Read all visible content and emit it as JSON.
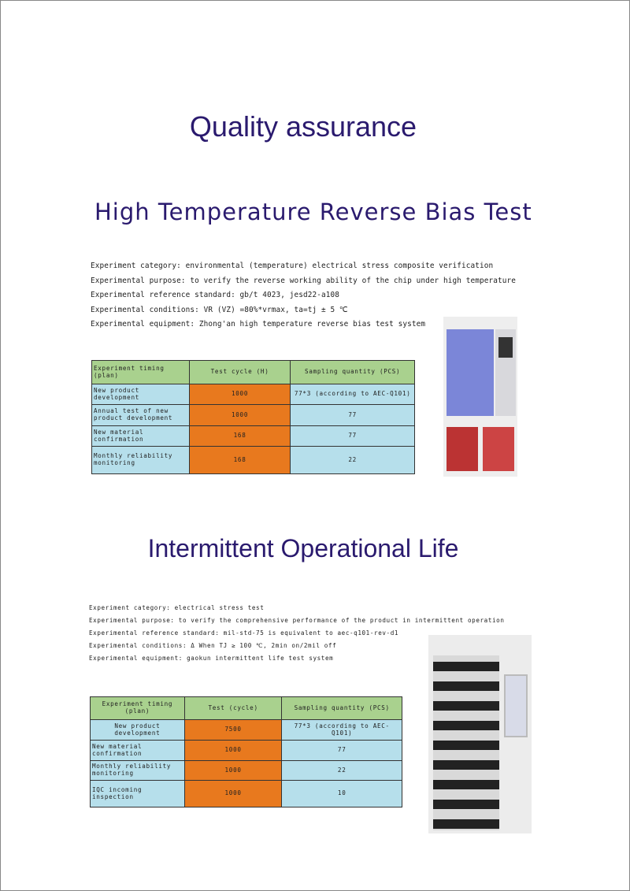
{
  "page": {
    "title": "Quality assurance"
  },
  "htrb": {
    "title": "High Temperature Reverse Bias Test",
    "lines": [
      "Experiment category: environmental (temperature) electrical stress composite verification",
      "Experimental purpose: to verify the reverse working ability of the chip under high temperature",
      "Experimental reference standard: gb/t 4023, jesd22-a108",
      "Experimental conditions: VR (VZ) =80%*vrmax, ta=tj ± 5 ℃",
      "Experimental equipment: Zhong'an high temperature reverse bias test system"
    ],
    "table": {
      "headers": [
        "Experiment timing (plan)",
        "Test cycle (H)",
        "Sampling quantity (PCS)"
      ],
      "rows": [
        [
          "New product development",
          "1000",
          "77*3 (according to AEC-Q101)"
        ],
        [
          "Annual test of new product development",
          "1000",
          "77"
        ],
        [
          "New material confirmation",
          "168",
          "77"
        ],
        [
          "Monthly reliability monitoring",
          "168",
          "22"
        ]
      ]
    }
  },
  "iol": {
    "title": "Intermittent Operational Life",
    "lines": [
      "Experiment category: electrical stress test",
      "Experimental purpose: to verify the comprehensive performance of the product in intermittent operation",
      "Experimental reference standard: mil-std-75 is equivalent to aec-q101-rev-d1",
      "Experimental conditions: Δ When TJ ≥ 100 ℃, 2min on/2mil off",
      "Experimental equipment: gaokun intermittent life test system"
    ],
    "table": {
      "headers": [
        "Experiment timing (plan)",
        "Test (cycle)",
        "Sampling quantity (PCS)"
      ],
      "rows": [
        [
          "New product development",
          "7500",
          "77*3 (according to AEC-Q101)"
        ],
        [
          "New material confirmation",
          "1000",
          "77"
        ],
        [
          "Monthly reliability monitoring",
          "1000",
          "22"
        ],
        [
          "IQC incoming inspection",
          "1000",
          "10"
        ]
      ]
    }
  },
  "colors": {
    "title": "#2a1a6e",
    "header": "#a9d18e",
    "cycle": "#e8791e",
    "qty": "#b6dfeb"
  }
}
